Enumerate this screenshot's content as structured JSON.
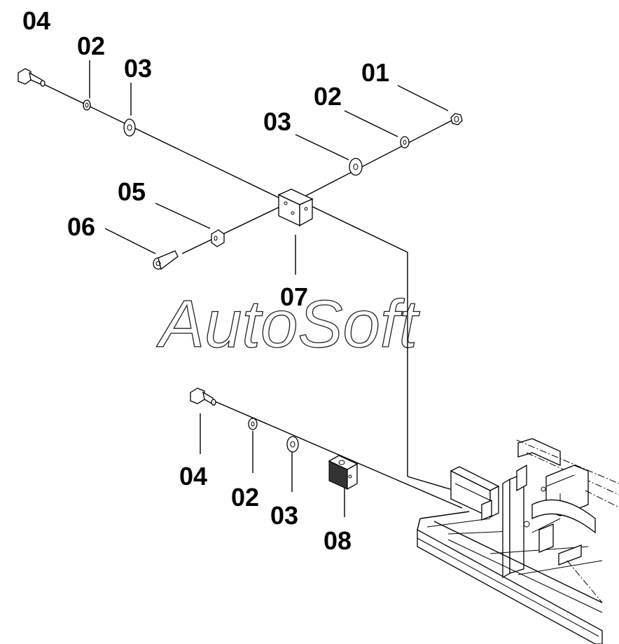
{
  "watermark": "AutoSoft",
  "labels": {
    "top_04": "04",
    "top_02": "02",
    "top_03": "03",
    "right_01": "01",
    "right_02": "02",
    "mid_03": "03",
    "mid_05": "05",
    "mid_06": "06",
    "mid_07": "07",
    "bot_04": "04",
    "bot_02": "02",
    "bot_03": "03",
    "bot_08": "08"
  }
}
